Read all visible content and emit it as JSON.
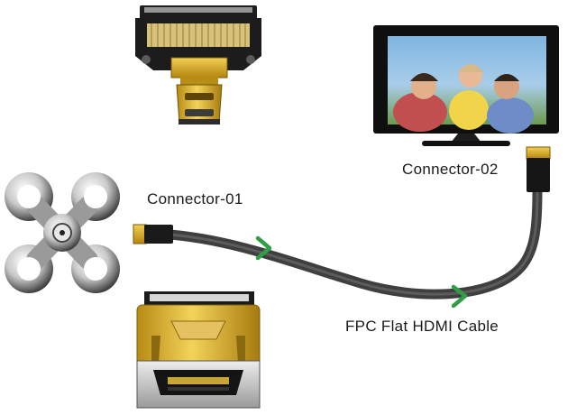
{
  "labels": {
    "connector_01": "Connector-01",
    "connector_02": "Connector-02",
    "cable": "FPC Flat HDMI Cable"
  },
  "colors": {
    "cable": "#4a4a4a",
    "arrow": "#2f9e46",
    "gold": "#e0b526",
    "tv_frame": "#111111"
  },
  "icons": {
    "top_connector": "micro-hdmi-adapter-icon",
    "bottom_connector": "hdmi-female-adapter-icon",
    "drone": "quadcopter-icon",
    "tv": "television-icon"
  }
}
